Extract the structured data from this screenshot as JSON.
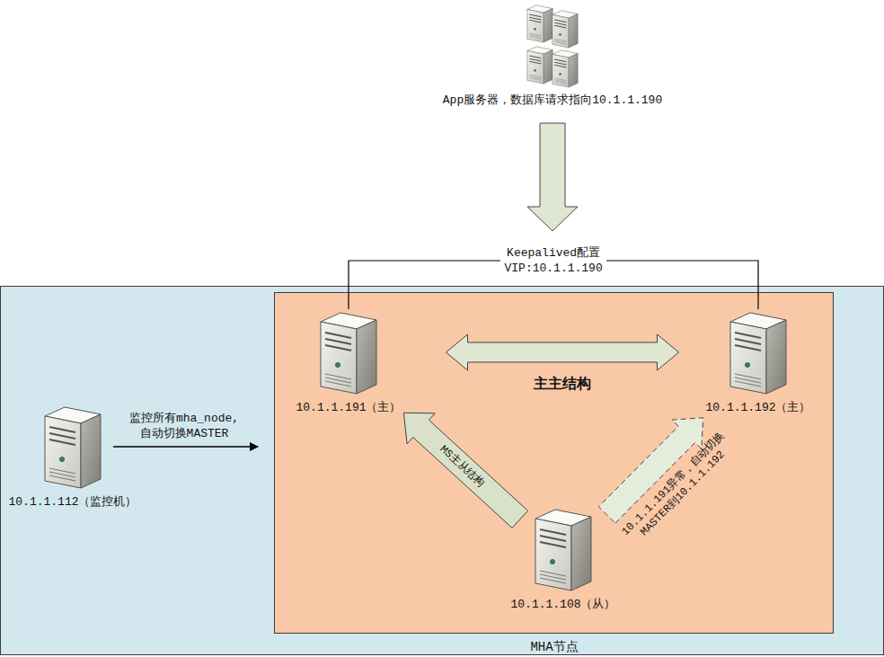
{
  "diagram": {
    "nodes": [
      {
        "text": [
          "App服务器，数据库请求指向10.1.1.190"
        ]
      },
      {
        "text": [
          "MHA节点"
        ]
      },
      {
        "text": [
          "10.1.1.112（监控机）"
        ],
        "in": 1
      },
      {
        "text": [
          "10.1.1.191（主）"
        ],
        "in": 1
      },
      {
        "text": [
          "10.1.1.192（主）"
        ],
        "in": 1
      },
      {
        "text": [
          "10.1.1.108（从）"
        ],
        "in": 1
      }
    ],
    "edges": [
      {
        "from": 3,
        "to": 4,
        "arrow": "none",
        "label": "Keepalived配置 VIP:10.1.1.190"
      },
      {
        "from": 3,
        "to": 4,
        "arrow": "both",
        "label": "主主结构"
      },
      {
        "from": 5,
        "to": 3,
        "arrow": "to",
        "label": "MS主从结构"
      },
      {
        "from": 5,
        "to": 4,
        "arrow": "to",
        "label": "10.1.1.191异常，自动切换MASTER到10.1.1.192"
      }
    ],
    "labels": [
      "监控所有mha_node, 自动切换MASTER"
    ]
  }
}
